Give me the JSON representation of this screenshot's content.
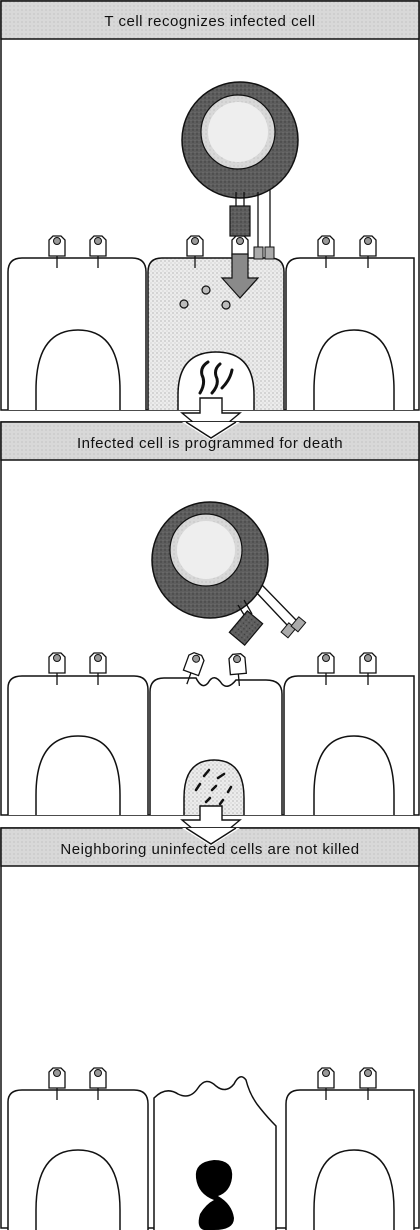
{
  "panels": [
    {
      "title": "T cell recognizes infected cell"
    },
    {
      "title": "Infected cell is programmed for death"
    },
    {
      "title": "Neighboring uninfected cells are not killed"
    }
  ],
  "colors": {
    "header_fill": "#d9d9d9",
    "cell_speckle": "#e6e6e6",
    "tcell_dark": "#5a5a5a",
    "tcell_nucleus": "#d2d2d2",
    "ink": "#111111",
    "arrow_fill": "#8a8a8a",
    "apoptotic_nucleus": "#000000"
  },
  "icons": [
    "t-cell-icon",
    "receptor-icon",
    "down-arrow-icon",
    "virus-icon",
    "apoptotic-nucleus-icon"
  ]
}
